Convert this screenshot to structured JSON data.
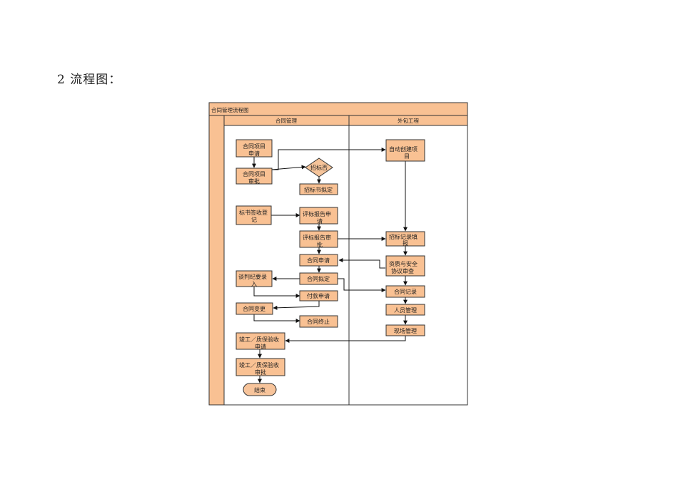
{
  "page": {
    "heading": "2  流程图："
  },
  "diagram": {
    "title": "合同管理流程图",
    "colors": {
      "fill": "#f9c193",
      "stroke": "#333333",
      "line": "#111111",
      "decision_fill": "#f6c49a",
      "terminal_fill": "#f7c49b"
    },
    "lanes": [
      {
        "id": "lane-contract",
        "label": "合同管理"
      },
      {
        "id": "lane-outsource",
        "label": "外包工程"
      }
    ],
    "nodes": [
      {
        "id": "n1",
        "lines": [
          "合同项目",
          "申请"
        ]
      },
      {
        "id": "n2",
        "lines": [
          "合同项目",
          "审批"
        ]
      },
      {
        "id": "n3",
        "lines": [
          "招标否"
        ]
      },
      {
        "id": "n4",
        "lines": [
          "招标书拟定"
        ]
      },
      {
        "id": "n5",
        "lines": [
          "标书签收登",
          "记"
        ]
      },
      {
        "id": "n6",
        "lines": [
          "评标报告申",
          "请"
        ]
      },
      {
        "id": "n7",
        "lines": [
          "评标报告审",
          "批"
        ]
      },
      {
        "id": "n8",
        "lines": [
          "合同申请"
        ]
      },
      {
        "id": "n9",
        "lines": [
          "谈判纪要录",
          "入"
        ]
      },
      {
        "id": "n10",
        "lines": [
          "合同拟定"
        ]
      },
      {
        "id": "n11",
        "lines": [
          "付款申请"
        ]
      },
      {
        "id": "n12",
        "lines": [
          "合同变更"
        ]
      },
      {
        "id": "n13",
        "lines": [
          "合同终止"
        ]
      },
      {
        "id": "n14",
        "lines": [
          "竣工／质保验收",
          "申请"
        ]
      },
      {
        "id": "n15",
        "lines": [
          "竣工／质保验收",
          "审批"
        ]
      },
      {
        "id": "n16",
        "lines": [
          "结束"
        ]
      },
      {
        "id": "n17",
        "lines": [
          "自动创建项",
          "目"
        ]
      },
      {
        "id": "n18",
        "lines": [
          "招标记录填",
          "报"
        ]
      },
      {
        "id": "n19",
        "lines": [
          "资质与安全",
          "协议审查"
        ]
      },
      {
        "id": "n20",
        "lines": [
          "合同记录"
        ]
      },
      {
        "id": "n21",
        "lines": [
          "人员管理"
        ]
      },
      {
        "id": "n22",
        "lines": [
          "现场管理"
        ]
      }
    ]
  }
}
